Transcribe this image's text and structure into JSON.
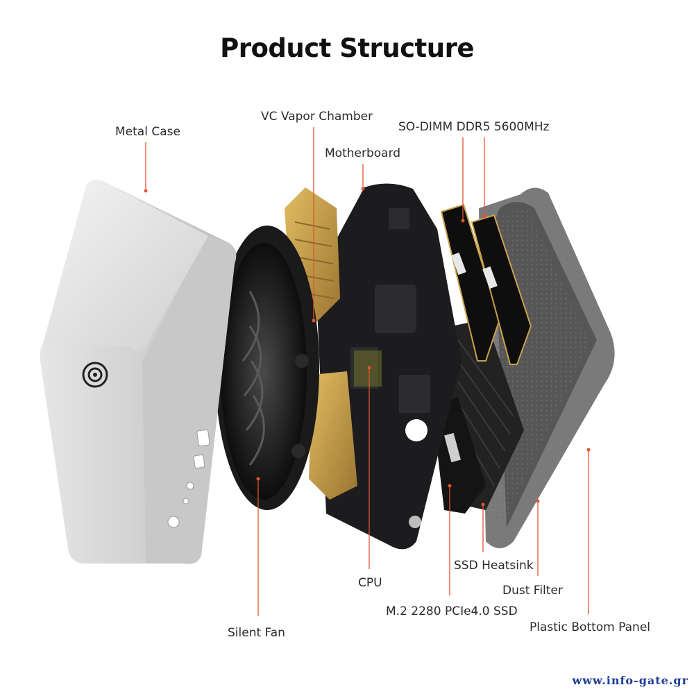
{
  "title": "Product Structure",
  "colors": {
    "leader": "#e0552f",
    "copper": "#c9a24a",
    "pcb": "#1c1c1e",
    "case": "#dcdcdc"
  },
  "labels": {
    "metal_case": "Metal Case",
    "vc_vapor_chamber": "VC Vapor Chamber",
    "motherboard": "Motherboard",
    "so_dimm": "SO-DIMM DDR5 5600MHz",
    "cpu": "CPU",
    "silent_fan": "Silent Fan",
    "ssd_heatsink": "SSD Heatsink",
    "dust_filter": "Dust Filter",
    "m2_ssd": "M.2 2280 PCIe4.0 SSD",
    "bottom_panel": "Plastic Bottom Panel"
  },
  "watermark": "www.info-gate.gr"
}
